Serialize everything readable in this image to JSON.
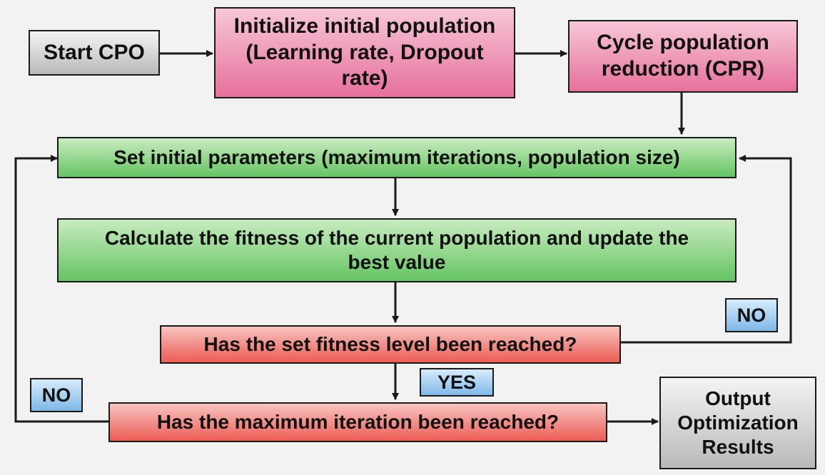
{
  "nodes": {
    "start": "Start CPO",
    "init_population": "Initialize initial population (Learning rate, Dropout rate)",
    "cpr": "Cycle population reduction (CPR)",
    "set_params": "Set initial parameters (maximum iterations, population size)",
    "calc_fitness": "Calculate the fitness of the current population and update the best value",
    "fitness_check": "Has the set fitness level been reached?",
    "max_iter_check": "Has the maximum iteration been reached?",
    "output": "Output Optimization Results"
  },
  "labels": {
    "no_right": "NO",
    "yes": "YES",
    "no_left": "NO"
  },
  "colors": {
    "start": "#bfbfbf",
    "process_pink": "#e6709c",
    "process_green": "#66c462",
    "decision_red": "#ec5c55",
    "label_blue": "#7fb8e8",
    "output": "#b9b9b9",
    "arrow": "#1a1a1a"
  }
}
